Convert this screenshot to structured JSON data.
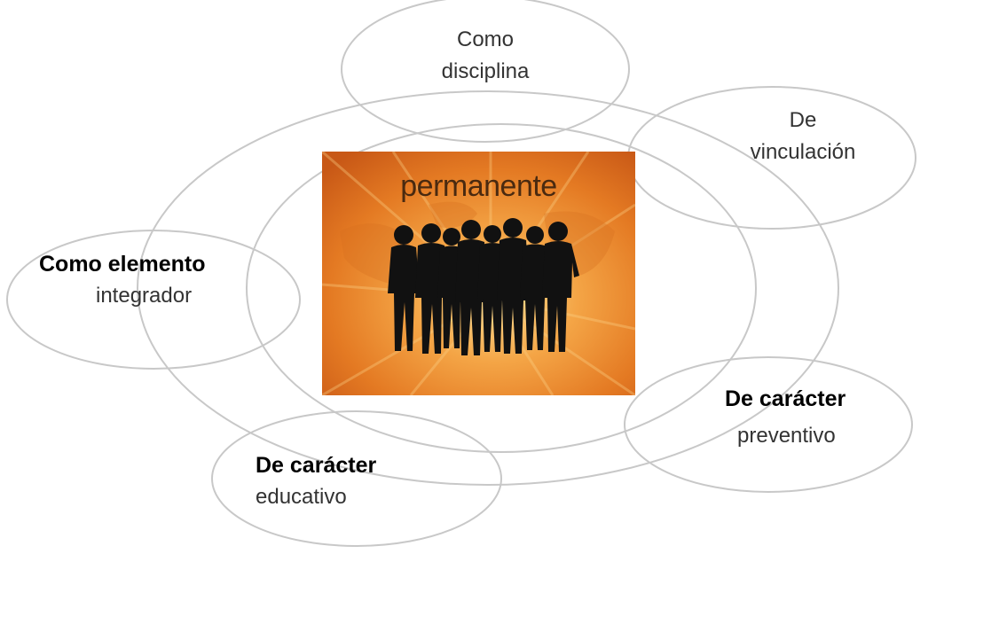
{
  "center": {
    "label": "permanente"
  },
  "nodes": {
    "disciplina": {
      "line1": "Como",
      "line2": "disciplina"
    },
    "vinculacion": {
      "line1": "De",
      "line2": "vinculación"
    },
    "integrador": {
      "line1": "Como elemento",
      "line2": "integrador"
    },
    "preventivo": {
      "line1": "De carácter",
      "line2": "preventivo"
    },
    "educativo": {
      "line1": "De carácter",
      "line2": "educativo"
    }
  },
  "colors": {
    "ellipse_stroke": "#c8c8c8",
    "center_orange": "#e8761c",
    "center_light": "#f7c36a",
    "silhouette": "#111111"
  },
  "icons": {
    "center_image": "people-silhouette-group"
  }
}
